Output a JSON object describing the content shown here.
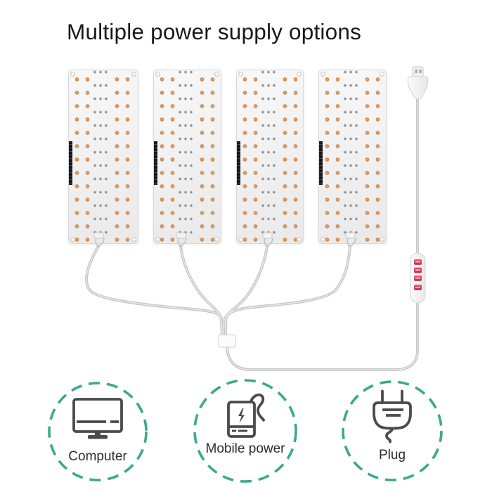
{
  "title": "Multiple power supply options",
  "panels": {
    "count": 4,
    "description_icon": "led-grow-panel",
    "led_colors": {
      "warm_orange": "#C67A3C",
      "white_led": "#D9D9DB"
    }
  },
  "cable_assembly": {
    "usb_connector_icon": "usb-a-plug-icon",
    "inline_controller_icon": "inline-controller-icon",
    "controller_button_count": 4,
    "splitter_icon": "four-way-splitter-icon",
    "cable_color": "#C6C6C7",
    "button_red": "#D63752"
  },
  "power_options": [
    {
      "id": "computer",
      "label": "Computer",
      "icon": "computer-monitor-icon"
    },
    {
      "id": "mobile-power",
      "label": "Mobile power",
      "icon": "power-bank-icon"
    },
    {
      "id": "plug",
      "label": "Plug",
      "icon": "power-plug-icon"
    }
  ],
  "colors": {
    "accent_green": "#3DA98B",
    "icon_gray": "#4B4B4B",
    "title_black": "#191919"
  }
}
